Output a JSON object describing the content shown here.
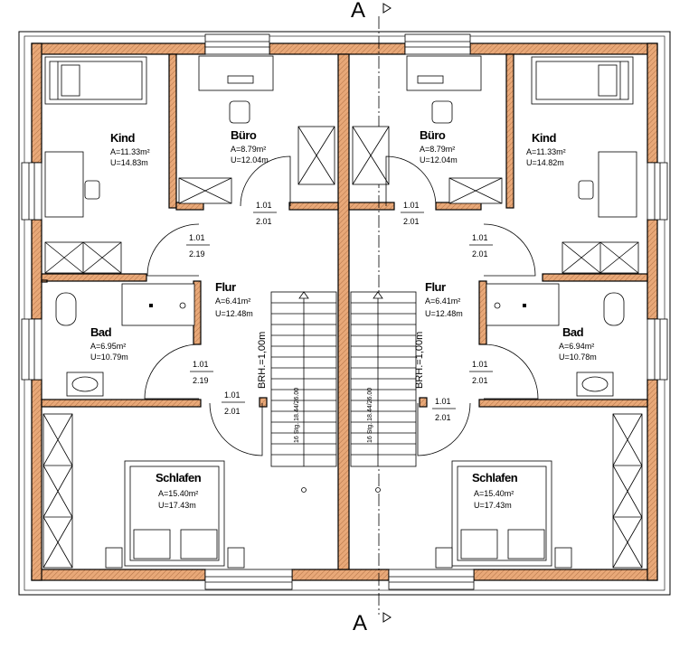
{
  "section_marker": {
    "top": "A",
    "bottom": "A"
  },
  "rooms": {
    "left_kind": {
      "name": "Kind",
      "area": "A=11.33m²",
      "perimeter": "U=14.83m"
    },
    "left_buero": {
      "name": "Büro",
      "area": "A=8.79m²",
      "perimeter": "U=12.04m"
    },
    "right_buero": {
      "name": "Büro",
      "area": "A=8.79m²",
      "perimeter": "U=12.04m"
    },
    "right_kind": {
      "name": "Kind",
      "area": "A=11.33m²",
      "perimeter": "U=14.82m"
    },
    "left_flur": {
      "name": "Flur",
      "area": "A=6.41m²",
      "perimeter": "U=12.48m"
    },
    "right_flur": {
      "name": "Flur",
      "area": "A=6.41m²",
      "perimeter": "U=12.48m"
    },
    "left_bad": {
      "name": "Bad",
      "area": "A=6.95m²",
      "perimeter": "U=10.79m"
    },
    "right_bad": {
      "name": "Bad",
      "area": "A=6.94m²",
      "perimeter": "U=10.78m"
    },
    "left_schlafen": {
      "name": "Schlafen",
      "area": "A=15.40m²",
      "perimeter": "U=17.43m"
    },
    "right_schlafen": {
      "name": "Schlafen",
      "area": "A=15.40m²",
      "perimeter": "U=17.43m"
    }
  },
  "doors": {
    "d1": {
      "width": "1.01",
      "height": "2.01"
    },
    "d2": {
      "width": "1.01",
      "height": "2.19"
    },
    "d3": {
      "width": "1.01",
      "height": "2.19"
    },
    "d4": {
      "width": "1.01",
      "height": "2.01"
    },
    "d5": {
      "width": "1.01",
      "height": "2.01"
    },
    "d6": {
      "width": "1.01",
      "height": "2.01"
    },
    "d7": {
      "width": "1.01",
      "height": "2.01"
    },
    "d8": {
      "width": "1.01",
      "height": "2.01"
    }
  },
  "stairs": {
    "left_steps": "16 Stg. 18.44/26.00",
    "right_steps": "16 Stg. 18.44/26.00",
    "left_brh": "BRH.=1,00m",
    "right_brh": "BRH.=1,00m"
  },
  "colors": {
    "wall_hatch": "#e8a878",
    "line": "#000000"
  }
}
